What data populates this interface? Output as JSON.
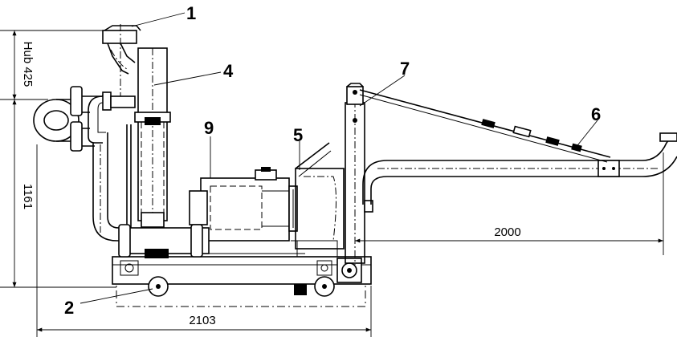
{
  "callouts": [
    "1",
    "2",
    "4",
    "5",
    "6",
    "7",
    "9"
  ],
  "dimensions": {
    "stroke": "Hub 425",
    "height": "1161",
    "reach": "2000",
    "length": "2103"
  }
}
